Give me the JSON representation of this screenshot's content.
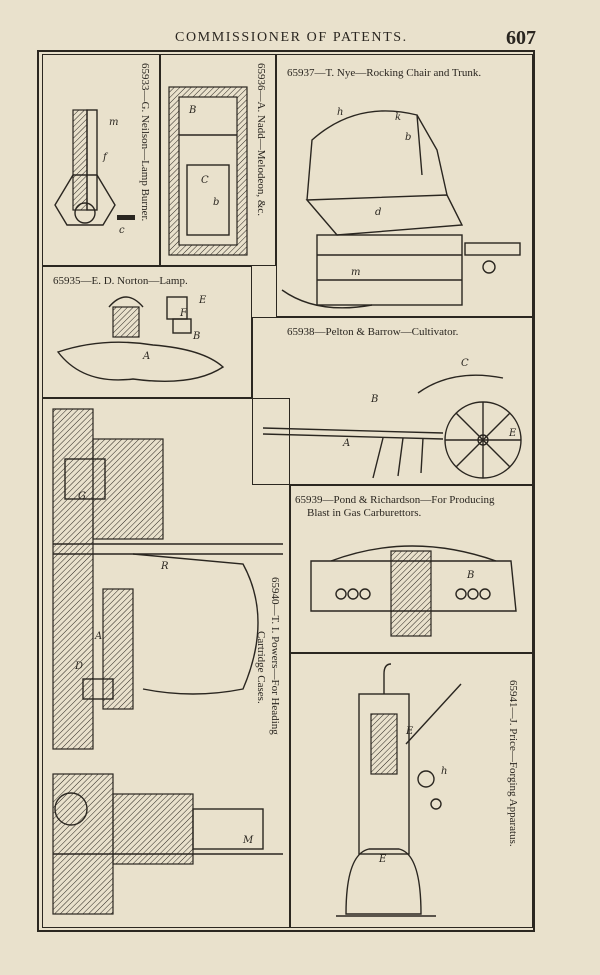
{
  "header": {
    "title": "COMMISSIONER OF PATENTS.",
    "page_number": "607"
  },
  "figures": {
    "f65933": {
      "caption": "65933—G. Neilson—Lamp Burner."
    },
    "f65936": {
      "caption": "65936—A. Nadd—Melodeon, &c."
    },
    "f65937": {
      "caption": "65937—T. Nye—Rocking Chair and Trunk."
    },
    "f65935": {
      "caption": "65935—E. D. Norton—Lamp."
    },
    "f65938": {
      "caption": "65938—Pelton & Barrow—Cultivator."
    },
    "f65939": {
      "caption_line1": "65939—Pond & Richardson—For Producing",
      "caption_line2": "Blast in Gas Carburettors."
    },
    "f65940": {
      "caption_line1": "65940—T. I. Powers—For Heading",
      "caption_line2": "Cartridge Cases."
    },
    "f65941": {
      "caption": "65941—J. Price—Forging Apparatus."
    }
  }
}
